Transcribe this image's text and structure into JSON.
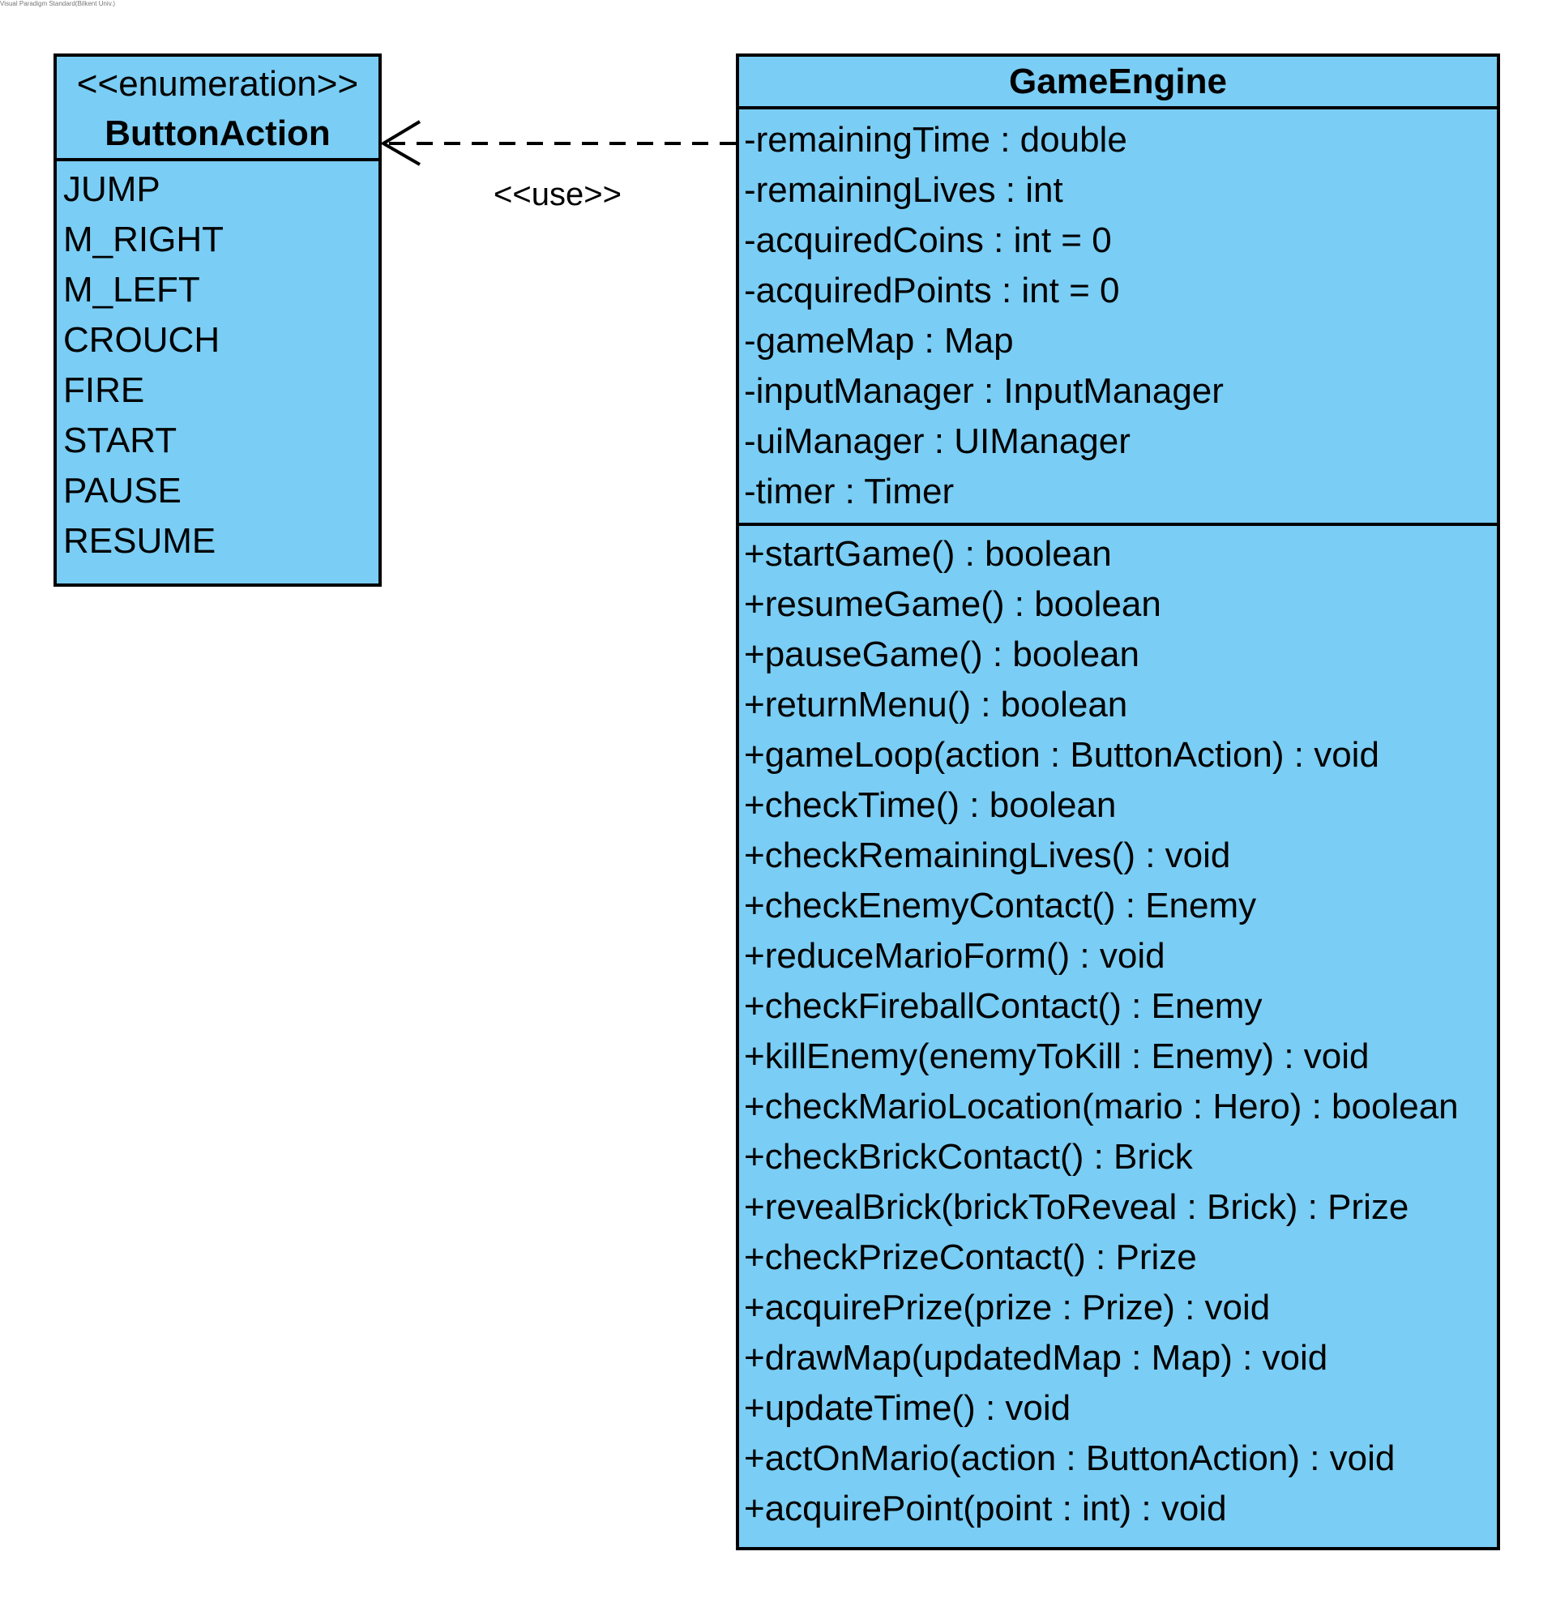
{
  "watermark": "Visual Paradigm Standard(Bilkent Univ.)",
  "colors": {
    "class_fill": "#7acdf4",
    "border": "#000000",
    "background": "#ffffff"
  },
  "enum_class": {
    "stereotype": "<<enumeration>>",
    "name": "ButtonAction",
    "literals": [
      "JUMP",
      "M_RIGHT",
      "M_LEFT",
      "CROUCH",
      "FIRE",
      "START",
      "PAUSE",
      "RESUME"
    ]
  },
  "engine_class": {
    "name": "GameEngine",
    "attributes": [
      "-remainingTime : double",
      "-remainingLives : int",
      "-acquiredCoins : int = 0",
      "-acquiredPoints : int = 0",
      "-gameMap : Map",
      "-inputManager : InputManager",
      "-uiManager : UIManager",
      "-timer : Timer"
    ],
    "operations": [
      "+startGame() : boolean",
      "+resumeGame() : boolean",
      "+pauseGame() : boolean",
      "+returnMenu() : boolean",
      "+gameLoop(action : ButtonAction) : void",
      "+checkTime() : boolean",
      "+checkRemainingLives() : void",
      "+checkEnemyContact() : Enemy",
      "+reduceMarioForm() : void",
      "+checkFireballContact() : Enemy",
      "+killEnemy(enemyToKill : Enemy) : void",
      "+checkMarioLocation(mario : Hero) : boolean",
      "+checkBrickContact() : Brick",
      "+revealBrick(brickToReveal : Brick) : Prize",
      "+checkPrizeContact() : Prize",
      "+acquirePrize(prize : Prize) : void",
      "+drawMap(updatedMap : Map) : void",
      "+updateTime() : void",
      "+actOnMario(action : ButtonAction) : void",
      "+acquirePoint(point : int) : void"
    ]
  },
  "dependency": {
    "label": "<<use>>",
    "line_style": "dashed",
    "arrowhead": "open"
  }
}
